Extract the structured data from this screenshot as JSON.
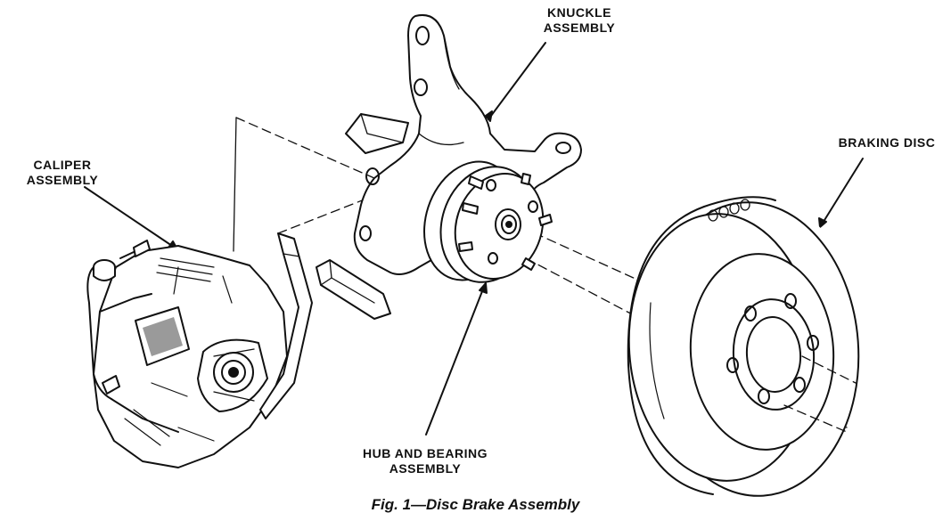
{
  "labels": {
    "knuckle": [
      "KNUCKLE",
      "ASSEMBLY"
    ],
    "caliper": [
      "CALIPER",
      "ASSEMBLY"
    ],
    "disc": [
      "BRAKING DISC"
    ],
    "hub": [
      "HUB AND BEARING",
      "ASSEMBLY"
    ]
  },
  "caption": "Fig. 1—Disc Brake Assembly",
  "colors": {
    "ink": "#111111",
    "paper": "#ffffff",
    "shade": "#9a9a9a"
  }
}
